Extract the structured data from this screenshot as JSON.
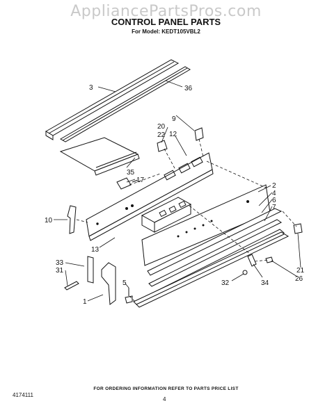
{
  "watermark": "AppliancePartsPros.com",
  "title": "CONTROL PANEL PARTS",
  "subtitle": "For Model: KEDT105VBL2",
  "footer_note": "FOR ORDERING INFORMATION REFER TO PARTS PRICE LIST",
  "doc_number": "4174111",
  "page_number": "4",
  "callouts": [
    "3",
    "36",
    "9",
    "20",
    "22",
    "12",
    "35",
    "17",
    "2",
    "4",
    "6",
    "7",
    "10",
    "13",
    "33",
    "31",
    "5",
    "1",
    "32",
    "34",
    "21",
    "26"
  ]
}
